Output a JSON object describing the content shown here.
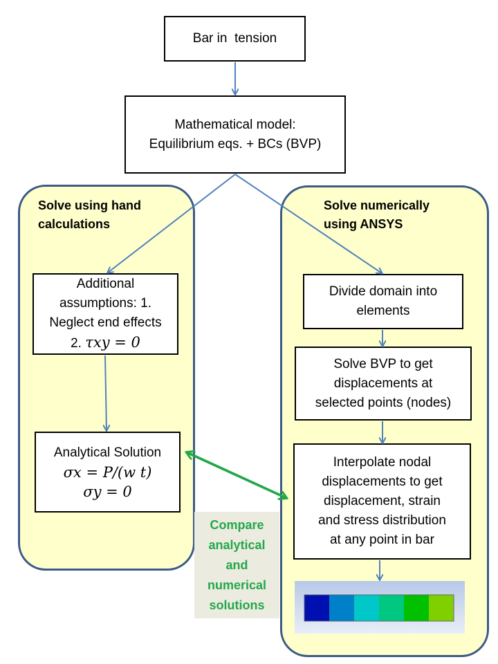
{
  "top_box": {
    "label": "Bar in  tension"
  },
  "model_box": {
    "line1": "Mathematical model:",
    "line2": "Equilibrium eqs. + BCs (BVP)"
  },
  "left_panel": {
    "title_line1": "Solve using hand",
    "title_line2": "calculations",
    "assumptions": {
      "line1": "Additional",
      "line2": "assumptions: 1.",
      "line3": "Neglect end effects",
      "line4_prefix": "2. ",
      "line4_math": "τxy = 0"
    },
    "analytical": {
      "title": "Analytical Solution",
      "eq1": "σx = P/(w t)",
      "eq2": "σy = 0"
    }
  },
  "right_panel": {
    "title_line1": "Solve numerically",
    "title_line2": "using ANSYS",
    "step1": {
      "line1": "Divide domain into",
      "line2": "elements"
    },
    "step2": {
      "line1": "Solve BVP to get",
      "line2": "displacements at",
      "line3": "selected points (nodes)"
    },
    "step3": {
      "line1": "Interpolate nodal",
      "line2": "displacements to get",
      "line3": "displacement, strain",
      "line4": "and stress distribution",
      "line5": "at any point in bar"
    }
  },
  "compare_label": {
    "line1": "Compare",
    "line2": "analytical",
    "line3": "and",
    "line4": "numerical",
    "line5": "solutions"
  },
  "colors": {
    "panel_fill": "#ffffcc",
    "panel_border": "#3b5a86",
    "arrow_blue": "#4f81bd",
    "arrow_green": "#22a84a",
    "compare_text": "#22a84a",
    "fea_contours": [
      "#0010b0",
      "#0080c8",
      "#00c8c8",
      "#00c880",
      "#00c000",
      "#80d000"
    ]
  }
}
